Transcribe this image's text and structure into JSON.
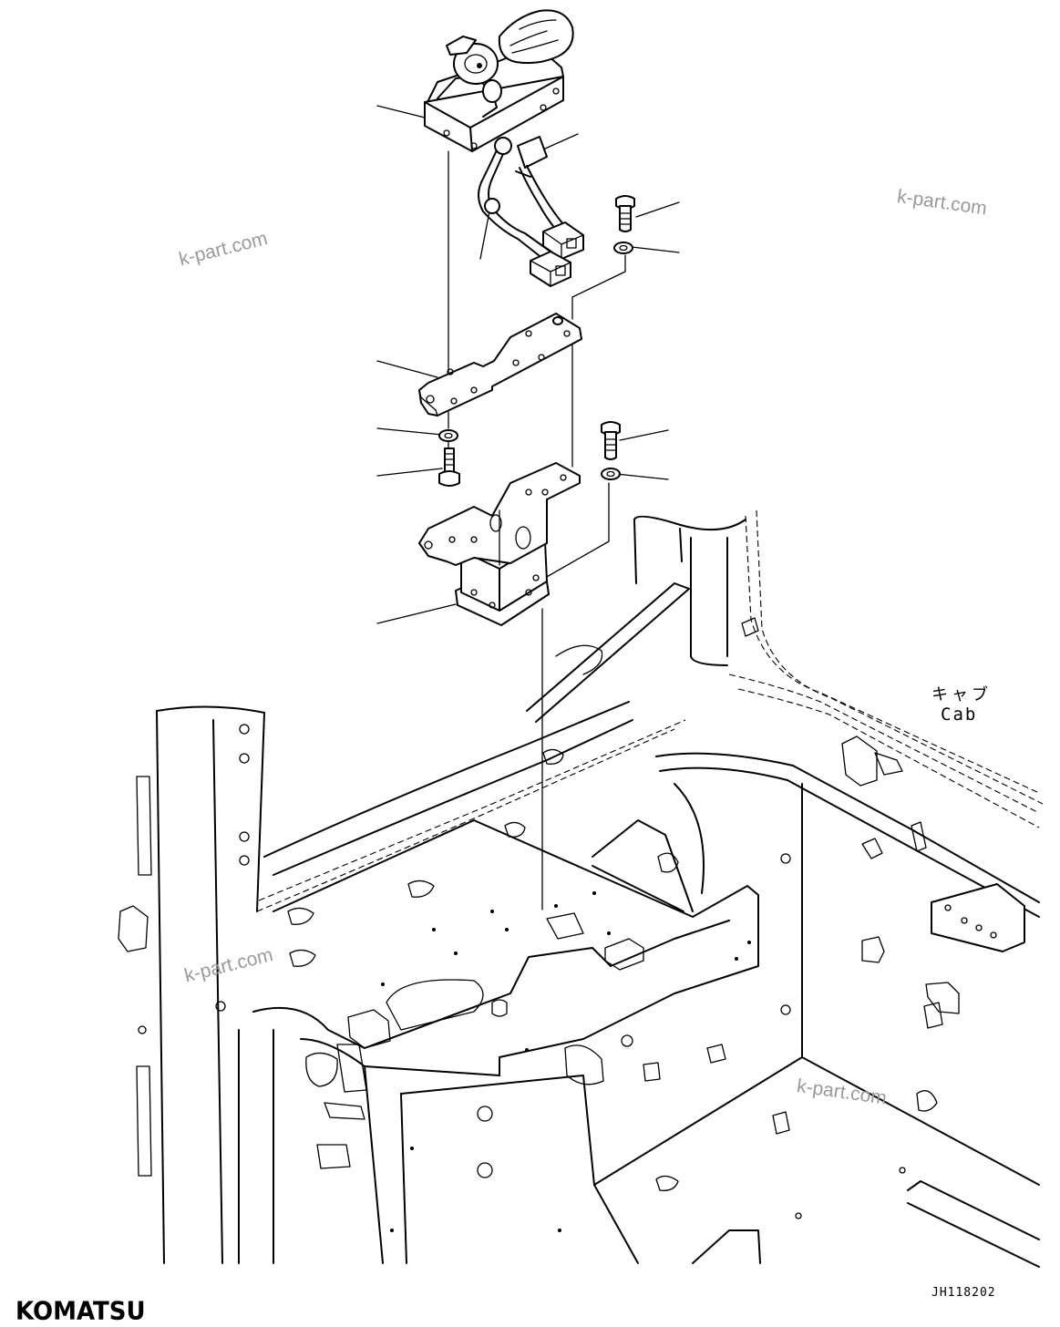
{
  "labels": {
    "cab_jp": "キャブ",
    "cab_en": "Cab",
    "drawing_code": "JH118202",
    "brand": "KOMATSU"
  },
  "watermarks": [
    "k-part.com",
    "k-part.com",
    "k-part.com",
    "k-part.com"
  ],
  "icons": {
    "unit": "control-unit-icon",
    "harness": "wire-harness-icon",
    "connector": "connector-icon",
    "bolt": "bolt-icon",
    "washer": "washer-icon",
    "plate": "mounting-plate-icon",
    "bracket": "bracket-icon",
    "cab": "cab-floor-frame-icon"
  },
  "colors": {
    "line": "#000000",
    "background": "#ffffff",
    "watermark": "#9a9a9a"
  }
}
